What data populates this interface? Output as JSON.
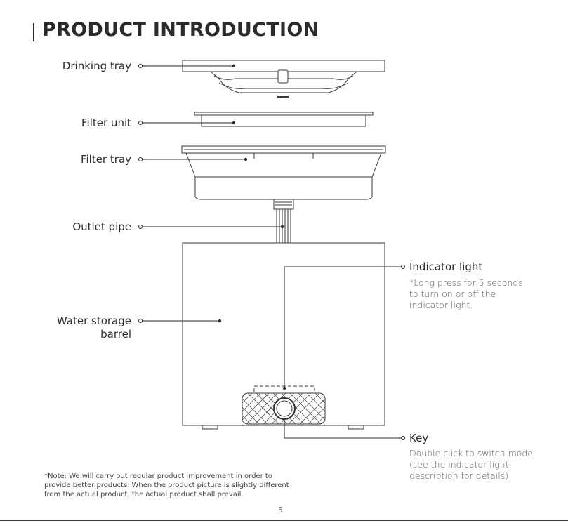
{
  "page": {
    "title": "PRODUCT INTRODUCTION",
    "page_number": "5"
  },
  "labels": {
    "drinking_tray": "Drinking tray",
    "filter_unit": "Filter unit",
    "filter_tray": "Filter tray",
    "outlet_pipe": "Outlet pipe",
    "water_storage_line1": "Water storage",
    "water_storage_line2": "barrel",
    "indicator_light": "Indicator light",
    "key": "Key"
  },
  "descriptions": {
    "indicator_light": [
      "*Long press for 5 seconds",
      "to turn on or off the",
      "indicator light."
    ],
    "key": [
      "Double click to switch mode",
      "(see the indicator light",
      "description for details)"
    ]
  },
  "note": [
    "*Note: We will carry out regular product improvement in order to",
    "provide better products. When the product picture is slightly different",
    "from the actual product, the actual product shall prevail."
  ]
}
